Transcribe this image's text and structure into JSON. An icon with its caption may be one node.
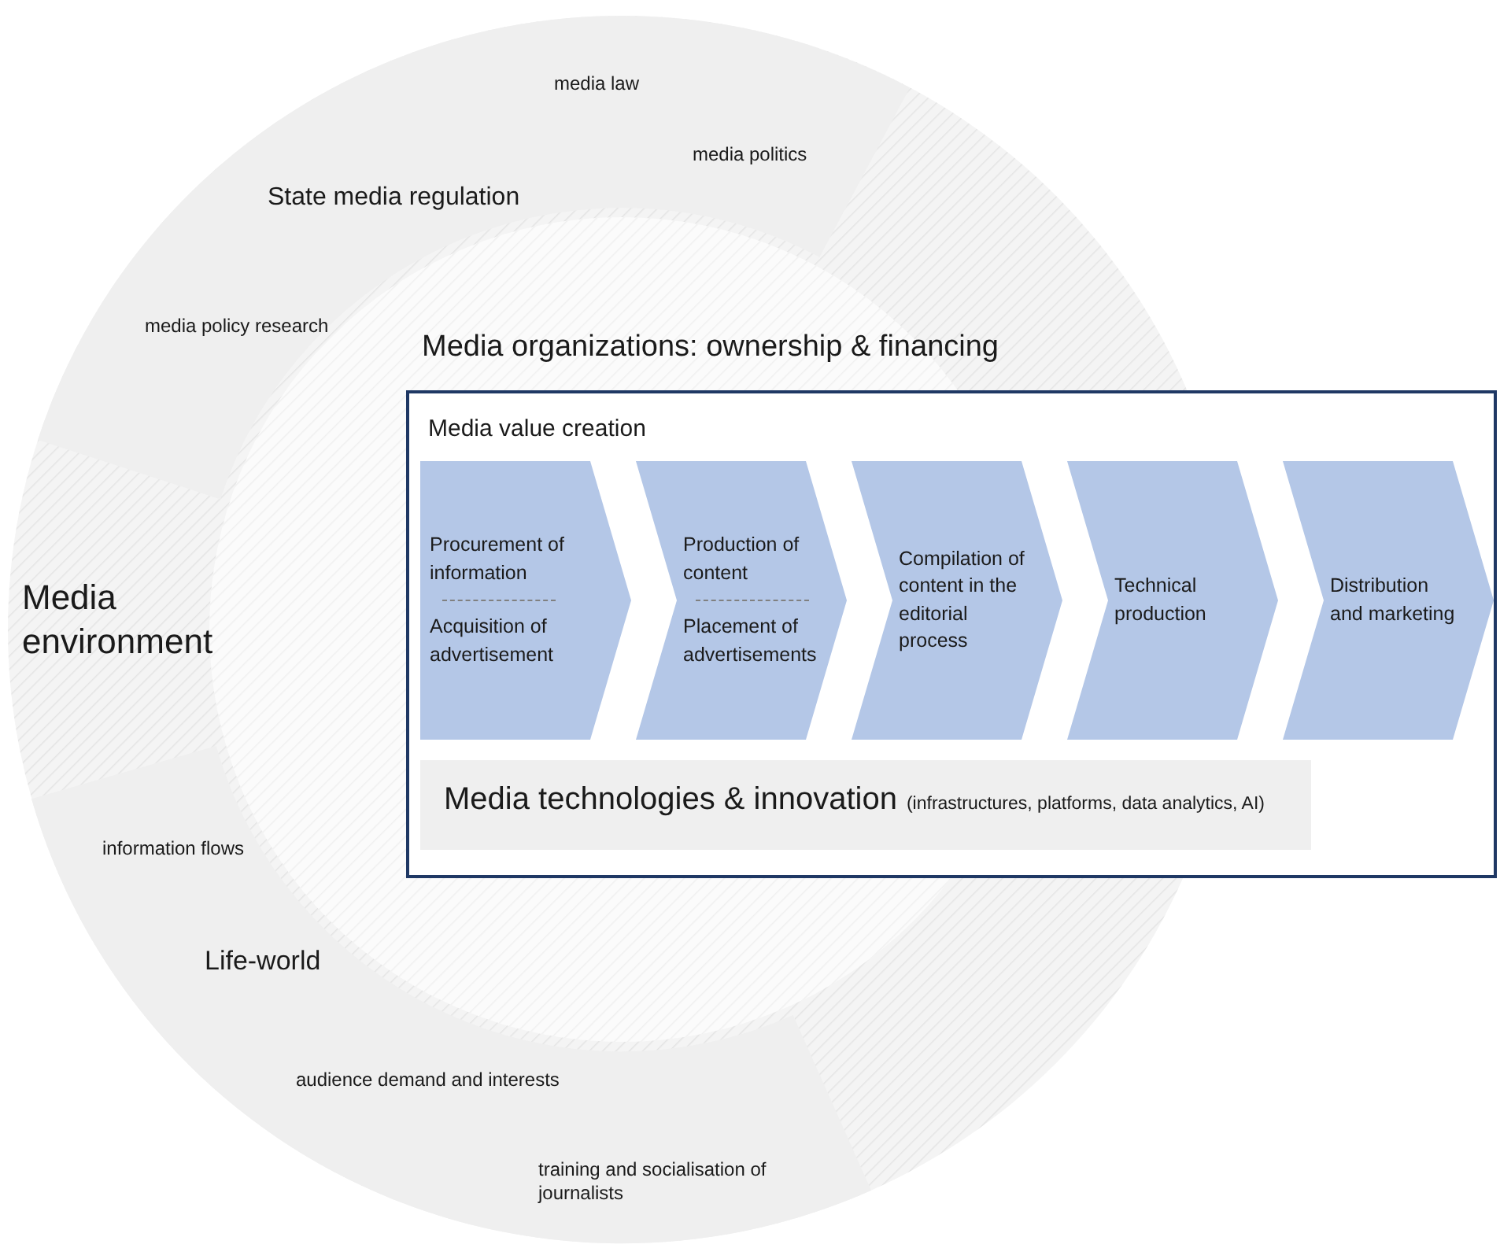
{
  "diagram": {
    "nodes": [
      {
        "text": [
          "Media environment"
        ]
      },
      {
        "text": [
          "media law",
          "media politics",
          "State media regulation",
          "media policy research"
        ],
        "in": 0
      },
      {
        "text": [
          "information flows",
          "Life-world",
          "audience demand and interests",
          "training and socialisation of journalists"
        ],
        "in": 0
      },
      {
        "text": [
          "Media organizations: ownership & financing"
        ],
        "in": 0
      },
      {
        "text": [
          "Media value creation"
        ]
      },
      {
        "text": [
          "Procurement of information",
          "Acquisition of advertisement"
        ]
      },
      {
        "text": [
          "Production of content",
          "Placement of advertisements"
        ]
      },
      {
        "text": [
          "Compilation of content in the editorial process"
        ]
      },
      {
        "text": [
          "Technical production"
        ],
        "in": 4
      },
      {
        "text": [
          "Distribution and marketing"
        ],
        "in": 4
      },
      {
        "text": [
          "Media technologies & innovation",
          "(infrastructures, platforms, data analytics, AI)"
        ],
        "in": 4
      }
    ]
  }
}
